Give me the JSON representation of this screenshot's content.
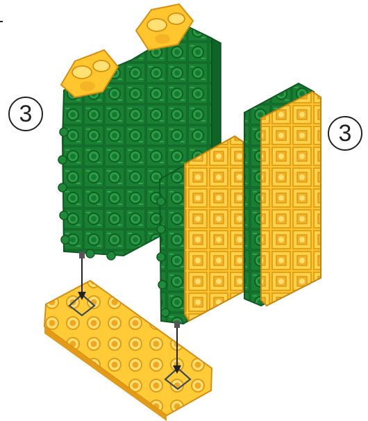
{
  "steps": {
    "left_count": "3",
    "right_count": "3"
  },
  "colors": {
    "green": "#1f8a3a",
    "green_dark": "#116b2a",
    "green_light": "#34a84f",
    "yellow": "#ffc62e",
    "yellow_dark": "#e39a16",
    "yellow_light": "#ffe173",
    "outline": "#222222"
  },
  "parts": [
    "green-wall-with-yellow-top-pegs",
    "green-yellow-double-column-panel",
    "yellow-base-plate-2x5"
  ]
}
